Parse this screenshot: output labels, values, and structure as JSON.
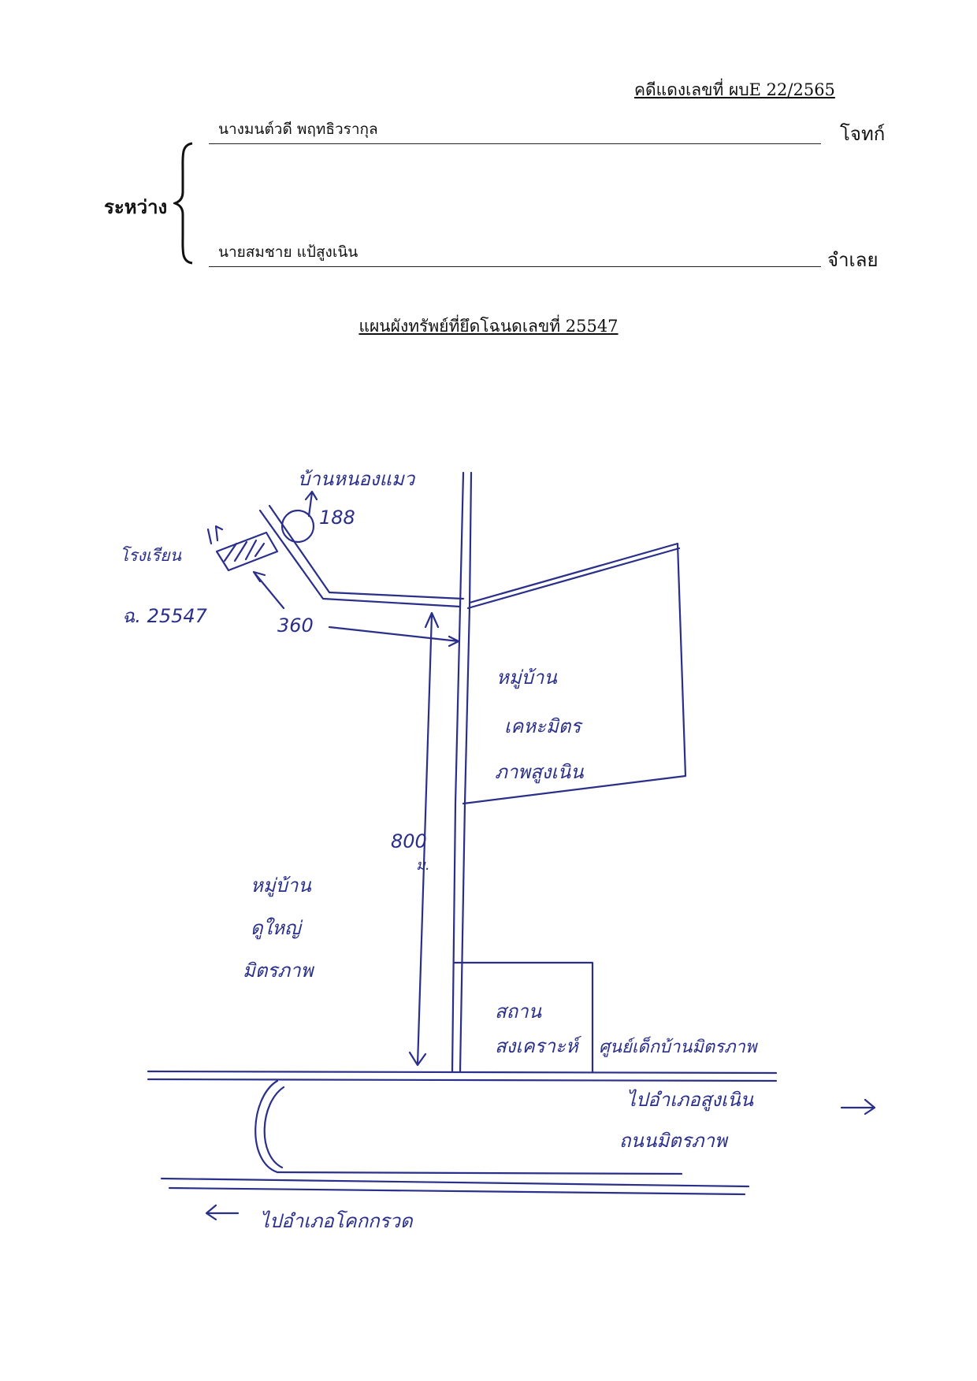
{
  "header": {
    "case_number": "คดีแดงเลขที่ ผบE 22/2565",
    "between_label": "ระหว่าง",
    "plaintiff": {
      "name": "นางมนต์วดี พฤทธิวรากุล",
      "role": "โจทก์"
    },
    "defendant": {
      "name": "นายสมชาย แป้สูงเนิน",
      "role": "จำเลย"
    }
  },
  "map": {
    "title": "แผนผังทรัพย์ที่ยึดโฉนดเลขที่ 25547",
    "labels": {
      "school": "โรงเรียน",
      "school_name": "บ้านหนองแมว",
      "school_no": "188",
      "deed_no": "ฉ. 25547",
      "dist_360": "360",
      "village_east": "หมู่บ้าน",
      "village_east_2": "เคหะมิตร",
      "village_east_3": "ภาพสูงเนิน",
      "dist_800": "800",
      "unit_m": "ม.",
      "village_west": "หมู่บ้าน",
      "village_west_2": "ดูใหญ่",
      "village_west_3": "มิตรภาพ",
      "station_1": "สถาน",
      "station_2": "สงเคราะห์",
      "station_3": "ศูนย์เด็กบ้านมิตรภาพ",
      "to_sungnoen": "ไปอำเภอสูงเนิน",
      "road_name": "ถนนมิตรภาพ",
      "to_korat": "ไปอำเภอโคกกรวด"
    }
  }
}
